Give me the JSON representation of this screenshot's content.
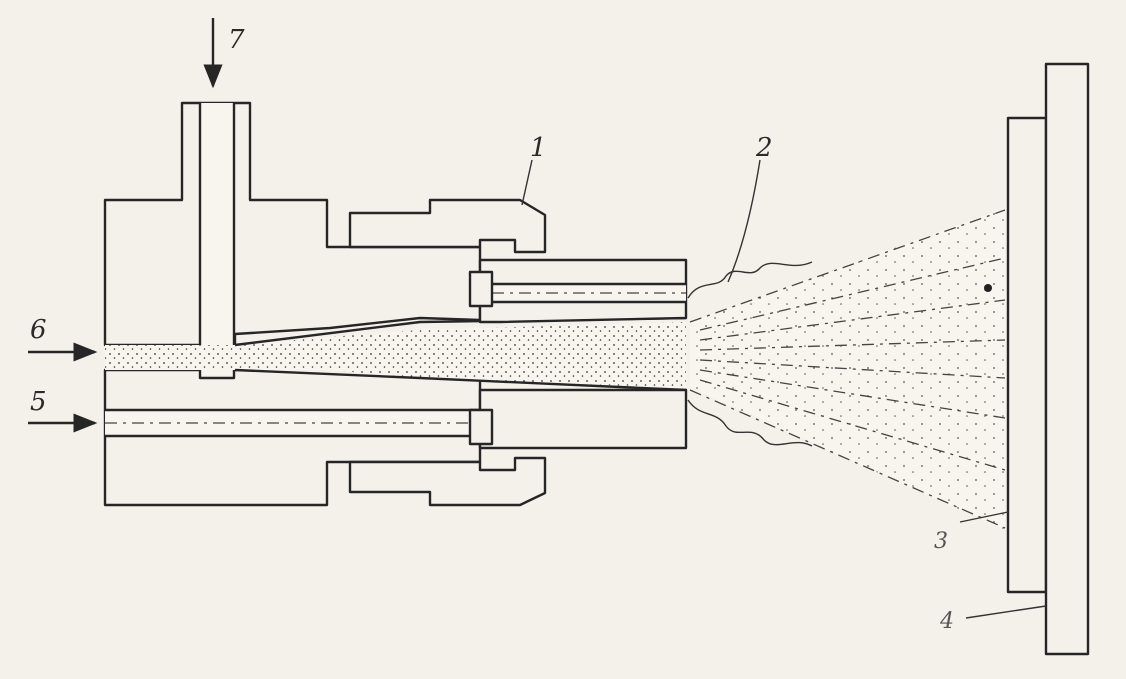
{
  "labels": {
    "nozzle_body": "1",
    "spray_plume": "2",
    "coating": "3",
    "substrate": "4",
    "inlet_lower": "5",
    "inlet_main": "6",
    "inlet_top": "7"
  },
  "colors": {
    "ink": "#262626",
    "paper": "#f3f1ea"
  }
}
